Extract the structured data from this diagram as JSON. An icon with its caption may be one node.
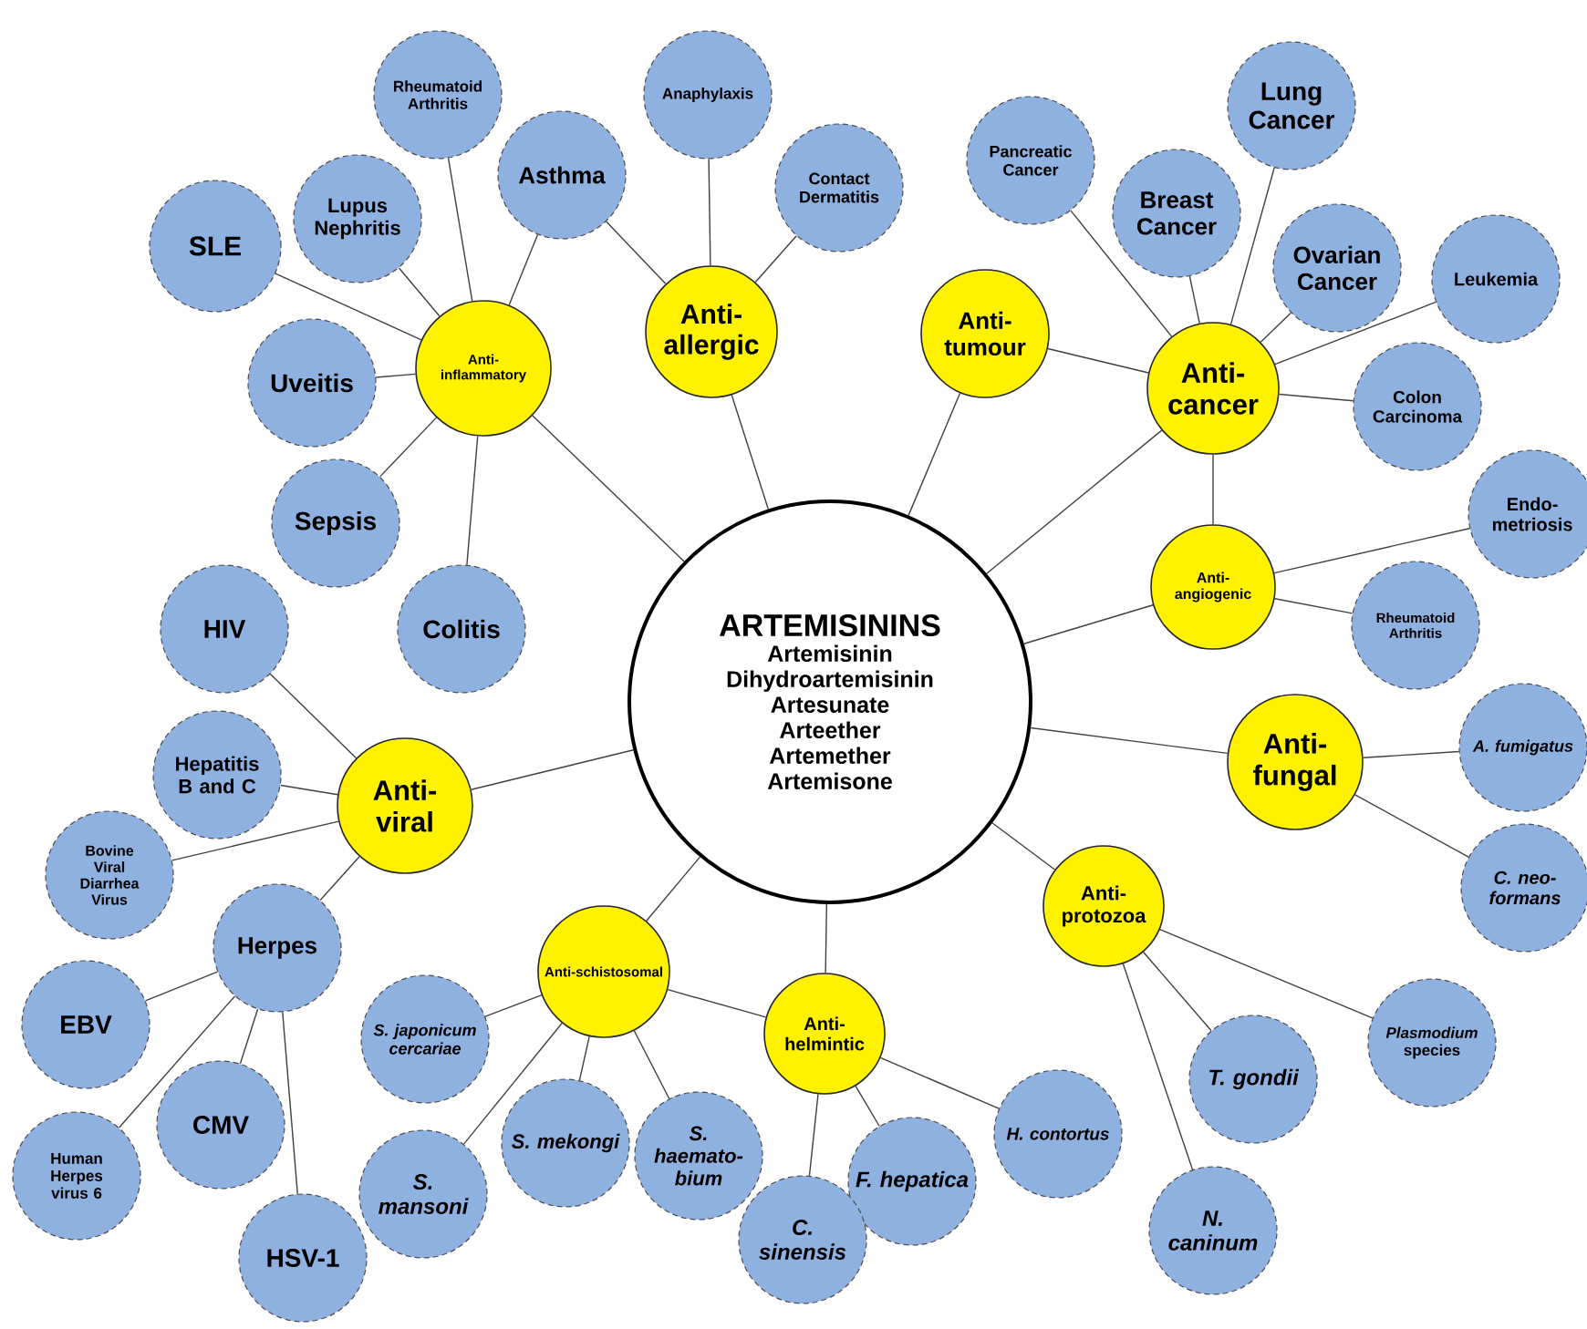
{
  "diagram": {
    "nodes": [
      {
        "text": [
          "ARTEMISININS",
          "Artemisinin",
          "Dihydroartemisinin",
          "Artesunate",
          "Arteether",
          "Artemether",
          "Artemisone"
        ]
      },
      {
        "text": [
          "Anti-inflammatory"
        ]
      },
      {
        "text": [
          "SLE"
        ]
      },
      {
        "text": [
          "Lupus Nephritis"
        ]
      },
      {
        "text": [
          "Rheumatoid Arthritis"
        ]
      },
      {
        "text": [
          "Asthma"
        ]
      },
      {
        "text": [
          "Uveitis"
        ]
      },
      {
        "text": [
          "Sepsis"
        ]
      },
      {
        "text": [
          "Colitis"
        ]
      },
      {
        "text": [
          "Anti-allergic"
        ]
      },
      {
        "text": [
          "Anaphylaxis"
        ]
      },
      {
        "text": [
          "Contact Dermatitis"
        ]
      },
      {
        "text": [
          "Anti-tumour"
        ]
      },
      {
        "text": [
          "Anti-cancer"
        ]
      },
      {
        "text": [
          "Pancreatic Cancer"
        ]
      },
      {
        "text": [
          "Breast Cancer"
        ]
      },
      {
        "text": [
          "Lung Cancer"
        ]
      },
      {
        "text": [
          "Ovarian Cancer"
        ]
      },
      {
        "text": [
          "Leukemia"
        ]
      },
      {
        "text": [
          "Colon Carcinoma"
        ]
      },
      {
        "text": [
          "Anti-angiogenic"
        ]
      },
      {
        "text": [
          "Endo-metriosis"
        ]
      },
      {
        "text": [
          "Rheumatoid Arthritis"
        ]
      },
      {
        "text": [
          "Anti-fungal"
        ]
      },
      {
        "text": [
          "A. fumigatus"
        ]
      },
      {
        "text": [
          "C. neo-formans"
        ]
      },
      {
        "text": [
          "Anti-protozoa"
        ]
      },
      {
        "text": [
          "*Plasmodium* species"
        ]
      },
      {
        "text": [
          "T. gondii"
        ]
      },
      {
        "text": [
          "N. caninum"
        ]
      },
      {
        "text": [
          "Anti-helmintic"
        ]
      },
      {
        "text": [
          "H. contortus"
        ]
      },
      {
        "text": [
          "F. hepatica"
        ]
      },
      {
        "text": [
          "C. sinensis"
        ]
      },
      {
        "text": [
          "Anti-schistosomal"
        ]
      },
      {
        "text": [
          "S. japonicum cercariae"
        ]
      },
      {
        "text": [
          "S. mansoni"
        ]
      },
      {
        "text": [
          "S. mekongi"
        ]
      },
      {
        "text": [
          "S. haemato-bium"
        ]
      },
      {
        "text": [
          "Anti-viral"
        ]
      },
      {
        "text": [
          "HIV"
        ]
      },
      {
        "text": [
          "Hepatitis B and C"
        ]
      },
      {
        "text": [
          "Bovine Viral Diarrhea Virus"
        ]
      },
      {
        "text": [
          "Herpes"
        ]
      },
      {
        "text": [
          "EBV"
        ]
      },
      {
        "text": [
          "CMV"
        ]
      },
      {
        "text": [
          "Human Herpes virus 6"
        ]
      },
      {
        "text": [
          "HSV-1"
        ]
      }
    ],
    "edges": [
      {
        "from": 0,
        "to": 1,
        "arrow": "none"
      },
      {
        "from": 1,
        "to": 2,
        "arrow": "none"
      },
      {
        "from": 1,
        "to": 3,
        "arrow": "none"
      },
      {
        "from": 1,
        "to": 4,
        "arrow": "none"
      },
      {
        "from": 1,
        "to": 5,
        "arrow": "none"
      },
      {
        "from": 1,
        "to": 6,
        "arrow": "none"
      },
      {
        "from": 1,
        "to": 7,
        "arrow": "none"
      },
      {
        "from": 1,
        "to": 8,
        "arrow": "none"
      },
      {
        "from": 0,
        "to": 9,
        "arrow": "none"
      },
      {
        "from": 9,
        "to": 5,
        "arrow": "none"
      },
      {
        "from": 9,
        "to": 10,
        "arrow": "none"
      },
      {
        "from": 9,
        "to": 11,
        "arrow": "none"
      },
      {
        "from": 0,
        "to": 12,
        "arrow": "none"
      },
      {
        "from": 12,
        "to": 13,
        "arrow": "none"
      },
      {
        "from": 0,
        "to": 13,
        "arrow": "none"
      },
      {
        "from": 13,
        "to": 14,
        "arrow": "none"
      },
      {
        "from": 13,
        "to": 15,
        "arrow": "none"
      },
      {
        "from": 13,
        "to": 16,
        "arrow": "none"
      },
      {
        "from": 13,
        "to": 17,
        "arrow": "none"
      },
      {
        "from": 13,
        "to": 18,
        "arrow": "none"
      },
      {
        "from": 13,
        "to": 19,
        "arrow": "none"
      },
      {
        "from": 13,
        "to": 20,
        "arrow": "none"
      },
      {
        "from": 0,
        "to": 20,
        "arrow": "none"
      },
      {
        "from": 20,
        "to": 21,
        "arrow": "none"
      },
      {
        "from": 20,
        "to": 22,
        "arrow": "none"
      },
      {
        "from": 0,
        "to": 23,
        "arrow": "none"
      },
      {
        "from": 23,
        "to": 24,
        "arrow": "none"
      },
      {
        "from": 23,
        "to": 25,
        "arrow": "none"
      },
      {
        "from": 0,
        "to": 26,
        "arrow": "none"
      },
      {
        "from": 26,
        "to": 27,
        "arrow": "none"
      },
      {
        "from": 26,
        "to": 28,
        "arrow": "none"
      },
      {
        "from": 26,
        "to": 29,
        "arrow": "none"
      },
      {
        "from": 0,
        "to": 30,
        "arrow": "none"
      },
      {
        "from": 30,
        "to": 31,
        "arrow": "none"
      },
      {
        "from": 30,
        "to": 32,
        "arrow": "none"
      },
      {
        "from": 30,
        "to": 33,
        "arrow": "none"
      },
      {
        "from": 0,
        "to": 34,
        "arrow": "none"
      },
      {
        "from": 34,
        "to": 30,
        "arrow": "none"
      },
      {
        "from": 34,
        "to": 35,
        "arrow": "none"
      },
      {
        "from": 34,
        "to": 36,
        "arrow": "none"
      },
      {
        "from": 34,
        "to": 37,
        "arrow": "none"
      },
      {
        "from": 34,
        "to": 38,
        "arrow": "none"
      },
      {
        "from": 0,
        "to": 39,
        "arrow": "none"
      },
      {
        "from": 39,
        "to": 40,
        "arrow": "none"
      },
      {
        "from": 39,
        "to": 41,
        "arrow": "none"
      },
      {
        "from": 39,
        "to": 42,
        "arrow": "none"
      },
      {
        "from": 39,
        "to": 43,
        "arrow": "none"
      },
      {
        "from": 43,
        "to": 44,
        "arrow": "none"
      },
      {
        "from": 43,
        "to": 45,
        "arrow": "none"
      },
      {
        "from": 43,
        "to": 46,
        "arrow": "none"
      },
      {
        "from": 43,
        "to": 47,
        "arrow": "none"
      }
    ]
  }
}
